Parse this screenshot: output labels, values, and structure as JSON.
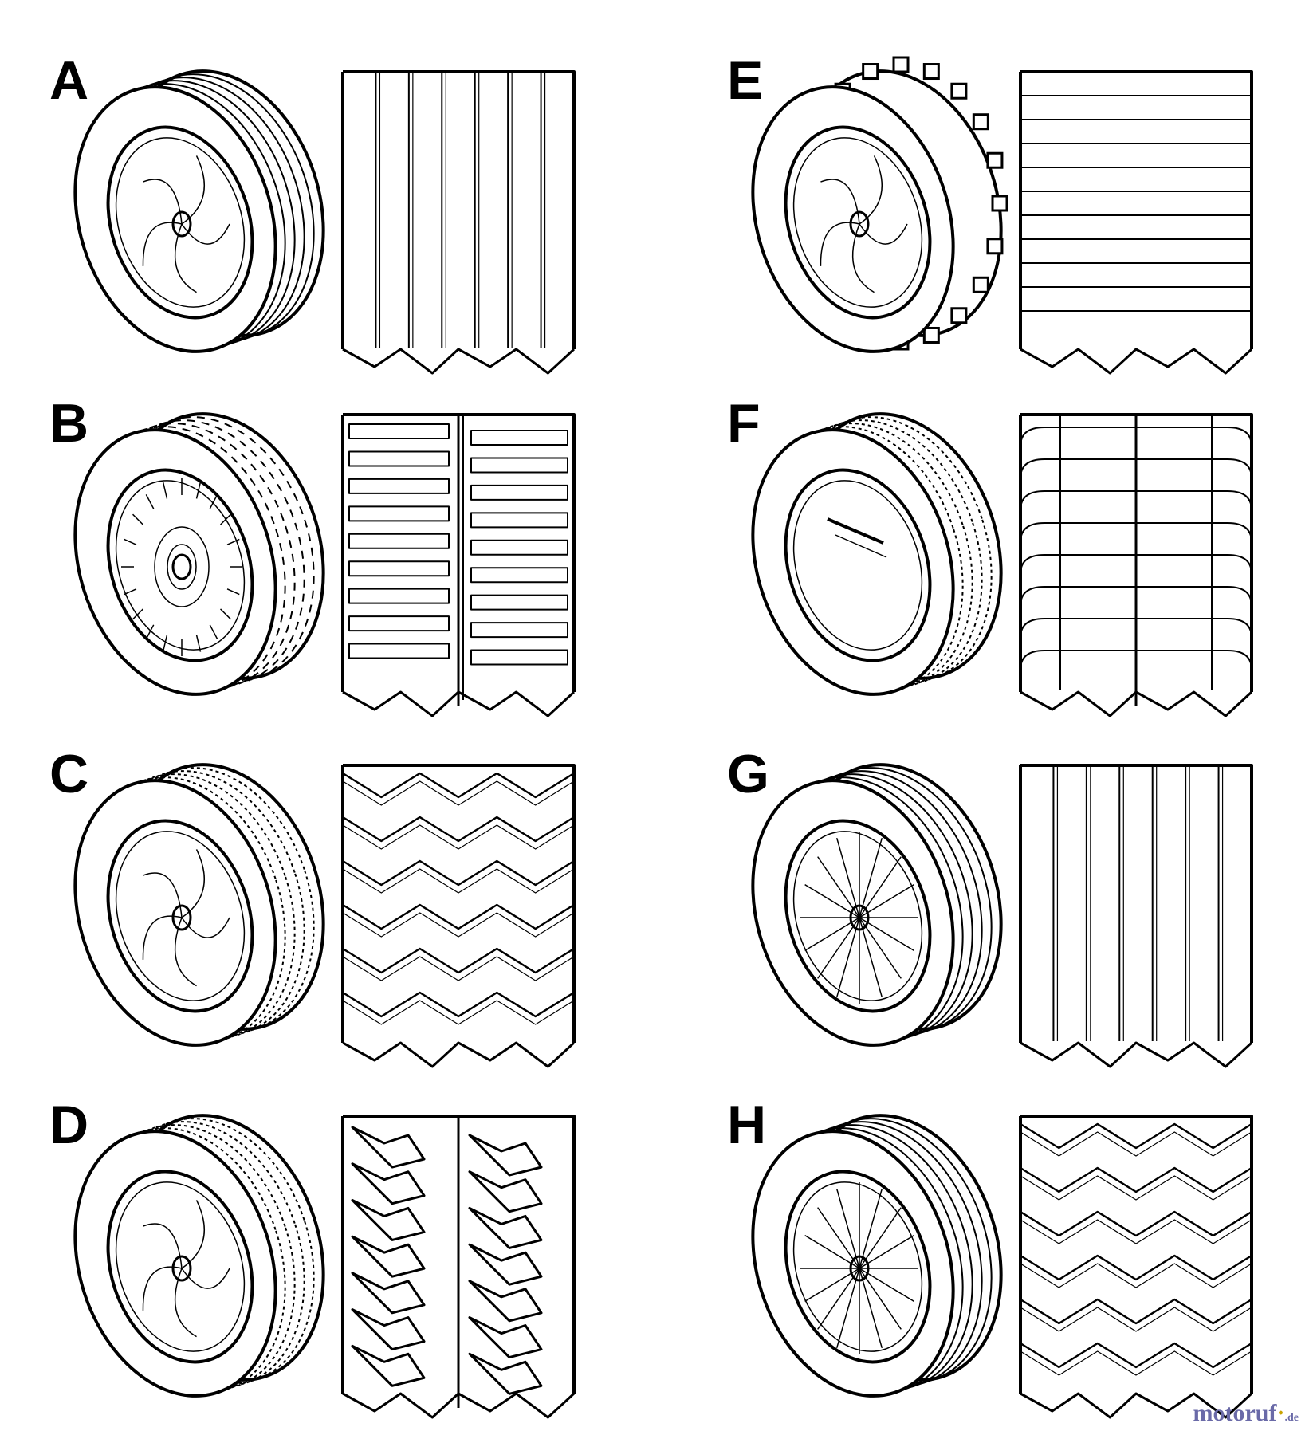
{
  "panels": [
    {
      "label": "A",
      "tread": "ribbed-vertical",
      "hub": "curved-spokes",
      "band": "ribbed"
    },
    {
      "label": "B",
      "tread": "center-rib-blocks",
      "hub": "radial-disc",
      "band": "blocks"
    },
    {
      "label": "C",
      "tread": "chevron",
      "hub": "curved-spokes",
      "band": "diamond"
    },
    {
      "label": "D",
      "tread": "lug",
      "hub": "curved-spokes",
      "band": "lug"
    },
    {
      "label": "E",
      "tread": "horizontal-bars",
      "hub": "curved-spokes",
      "band": "gear"
    },
    {
      "label": "F",
      "tread": "curved-grid",
      "hub": "plain-cap",
      "band": "grid"
    },
    {
      "label": "G",
      "tread": "ribbed-vertical",
      "hub": "wire-spoke",
      "band": "ribbed"
    },
    {
      "label": "H",
      "tread": "chevron",
      "hub": "wire-spoke",
      "band": "ribbed"
    }
  ],
  "watermark": {
    "main": "motoruf",
    "accent": "·",
    "suffix": ".de"
  },
  "colors": {
    "line": "#000000",
    "background": "#ffffff",
    "watermark_main": "#6a6aa8",
    "watermark_accent": "#c9a400"
  }
}
